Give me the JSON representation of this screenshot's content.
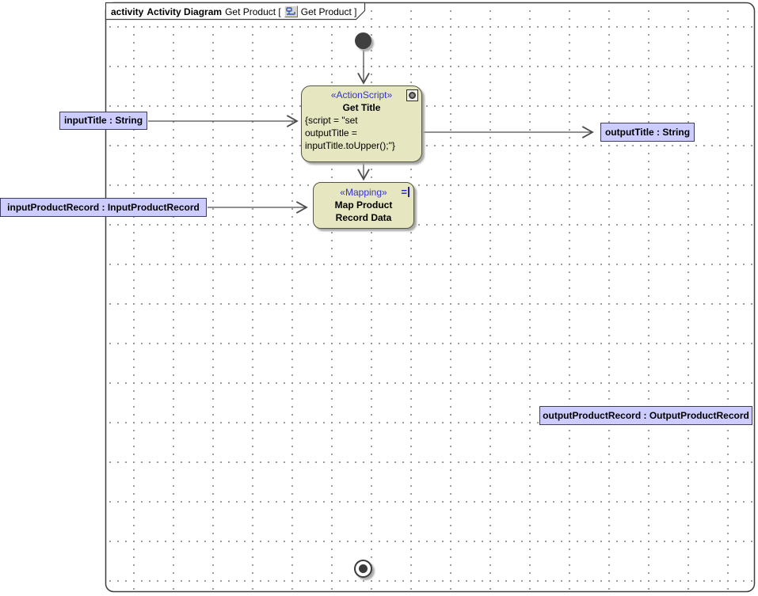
{
  "diagram_frame": {
    "keyword": "activity",
    "diagram_type": "Activity Diagram",
    "diagram_name": "Get Product [",
    "frame_name": "Get Product ]",
    "tab_icon": "activity-diagram-icon"
  },
  "nodes": {
    "action_script": {
      "stereotype": "«ActionScript»",
      "name": "Get Title",
      "body_line1": "{script = \"set",
      "body_line2": "outputTitle =",
      "body_line3": "inputTitle.toUpper();\"}",
      "icon": "behavior-gear-icon"
    },
    "mapping": {
      "stereotype": "«Mapping»",
      "name_line1": "Map Product",
      "name_line2": "Record Data",
      "icon": "mapping-equals-icon"
    }
  },
  "parameters": {
    "input_title": "inputTitle : String",
    "output_title": "outputTitle : String",
    "input_product_record": "inputProductRecord : InputProductRecord",
    "output_product_record": "outputProductRecord : OutputProductRecord"
  },
  "colors": {
    "node_fill": "#e6e6c0",
    "node_border": "#55553f",
    "param_fill": "#ccccff",
    "param_border": "#3c3c64",
    "stereotype_text": "#3333cc",
    "edge": "#4d4d4d",
    "shadow": "#a8a8a8"
  }
}
